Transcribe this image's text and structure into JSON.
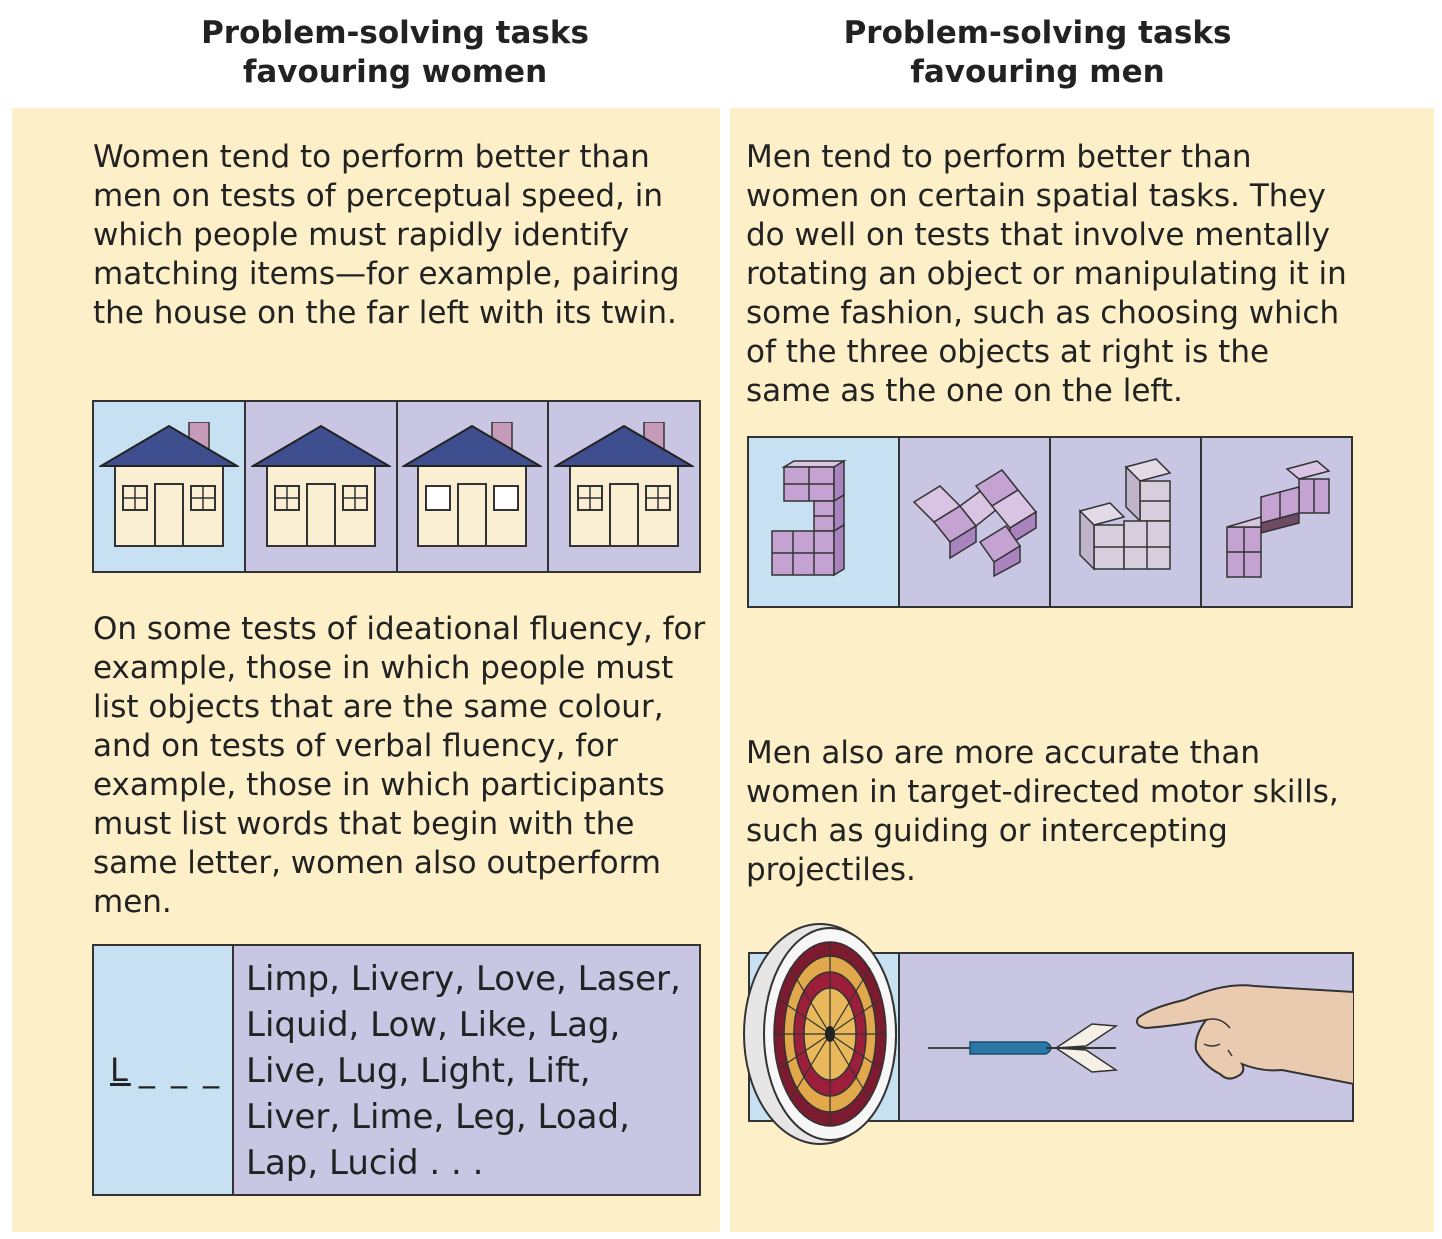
{
  "left": {
    "title_line1": "Problem-solving tasks",
    "title_line2": "favouring women",
    "para1": "Women tend to perform better than men on tests of perceptual speed, in which people must rapidly identify matching items—for example, pairing the house on the far left with its twin.",
    "para2": "On some tests of ideational fluency, for example, those in which people must list objects that are the same colour, and on tests of verbal fluency, for example, those in which participants must list words that begin with the same letter, women also outperform men.",
    "letter_prompt_first": "L",
    "letter_prompt_rest": "_ _ _",
    "word_list": "Limp, Livery, Love, Laser, Liquid, Low, Like, Lag, Live, Lug, Light, Lift, Liver, Lime, Leg, Load, Lap, Lucid . . ."
  },
  "right": {
    "title_line1": "Problem-solving tasks",
    "title_line2": "favouring men",
    "para1": "Men tend to perform better than women on certain spatial tasks. They do well on tests that involve mentally rotating an object or manipulating it in some fashion, such as choosing which of the three objects at right is the same as the one on the left.",
    "para2": "Men also are more accurate than women in target-directed motor skills, such as guiding or intercepting projectiles."
  },
  "colors": {
    "panel_bg": "#fdf0c9",
    "reference_cell": "#c7e1f3",
    "option_cell": "#c9c6e3",
    "roof": "#3f4e8f",
    "house_wall": "#fbefd3",
    "chimney": "#c69ab9",
    "cube_face": "#c4a3d3",
    "dart_shaft": "#2a78a8"
  },
  "icons": {
    "houses": [
      "house-icon",
      "house-icon",
      "house-icon",
      "house-icon"
    ],
    "cubes": [
      "cube-figure-icon",
      "cube-figure-icon",
      "cube-figure-icon",
      "cube-figure-icon"
    ],
    "target": "dartboard-icon",
    "projectile": "dart-icon",
    "thrower": "hand-icon"
  }
}
